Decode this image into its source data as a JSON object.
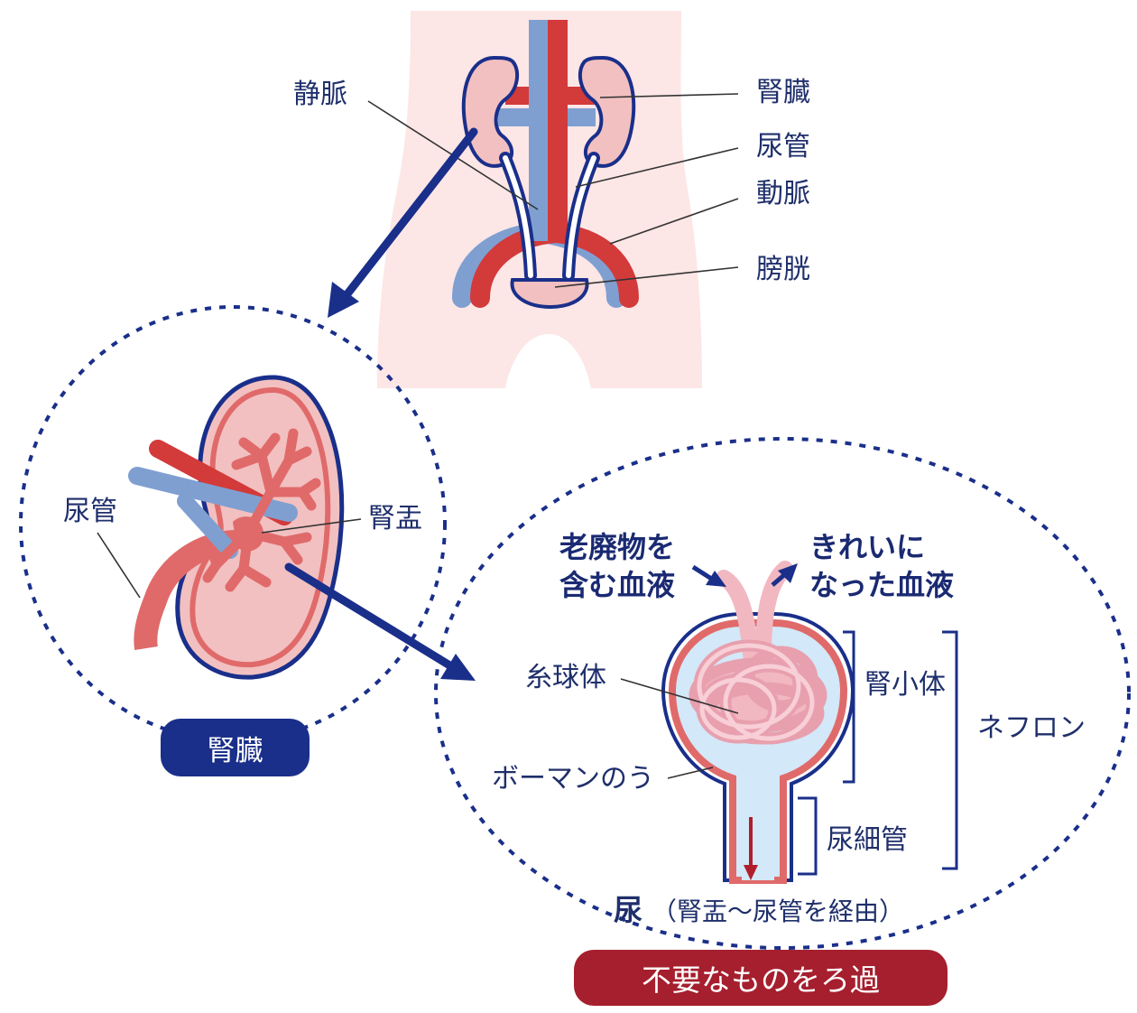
{
  "torso_labels": {
    "vein": "静脈",
    "kidney": "腎臓",
    "ureter": "尿管",
    "artery": "動脈",
    "bladder": "膀胱"
  },
  "kidney_detail": {
    "ureter": "尿管",
    "renal_pelvis": "腎盂",
    "badge": "腎臓"
  },
  "nephron_detail": {
    "blood_in_line1": "老廃物を",
    "blood_in_line2": "含む血液",
    "blood_out_line1": "きれいに",
    "blood_out_line2": "なった血液",
    "glomerulus": "糸球体",
    "bowman_capsule": "ボーマンのう",
    "renal_corpuscle": "腎小体",
    "renal_tubule": "尿細管",
    "nephron": "ネフロン",
    "urine": "尿",
    "urine_note": "（腎盂～尿管を経由）",
    "badge": "不要なものをろ過"
  },
  "colors": {
    "navy": "#1a2f8a",
    "artery_red": "#d33a3a",
    "vein_blue": "#7f9fd1",
    "kidney_pink": "#f2c0c0",
    "skin": "#fde6e6",
    "badge_red": "#a51f2e",
    "capsule_fill": "#d3e8f8"
  }
}
